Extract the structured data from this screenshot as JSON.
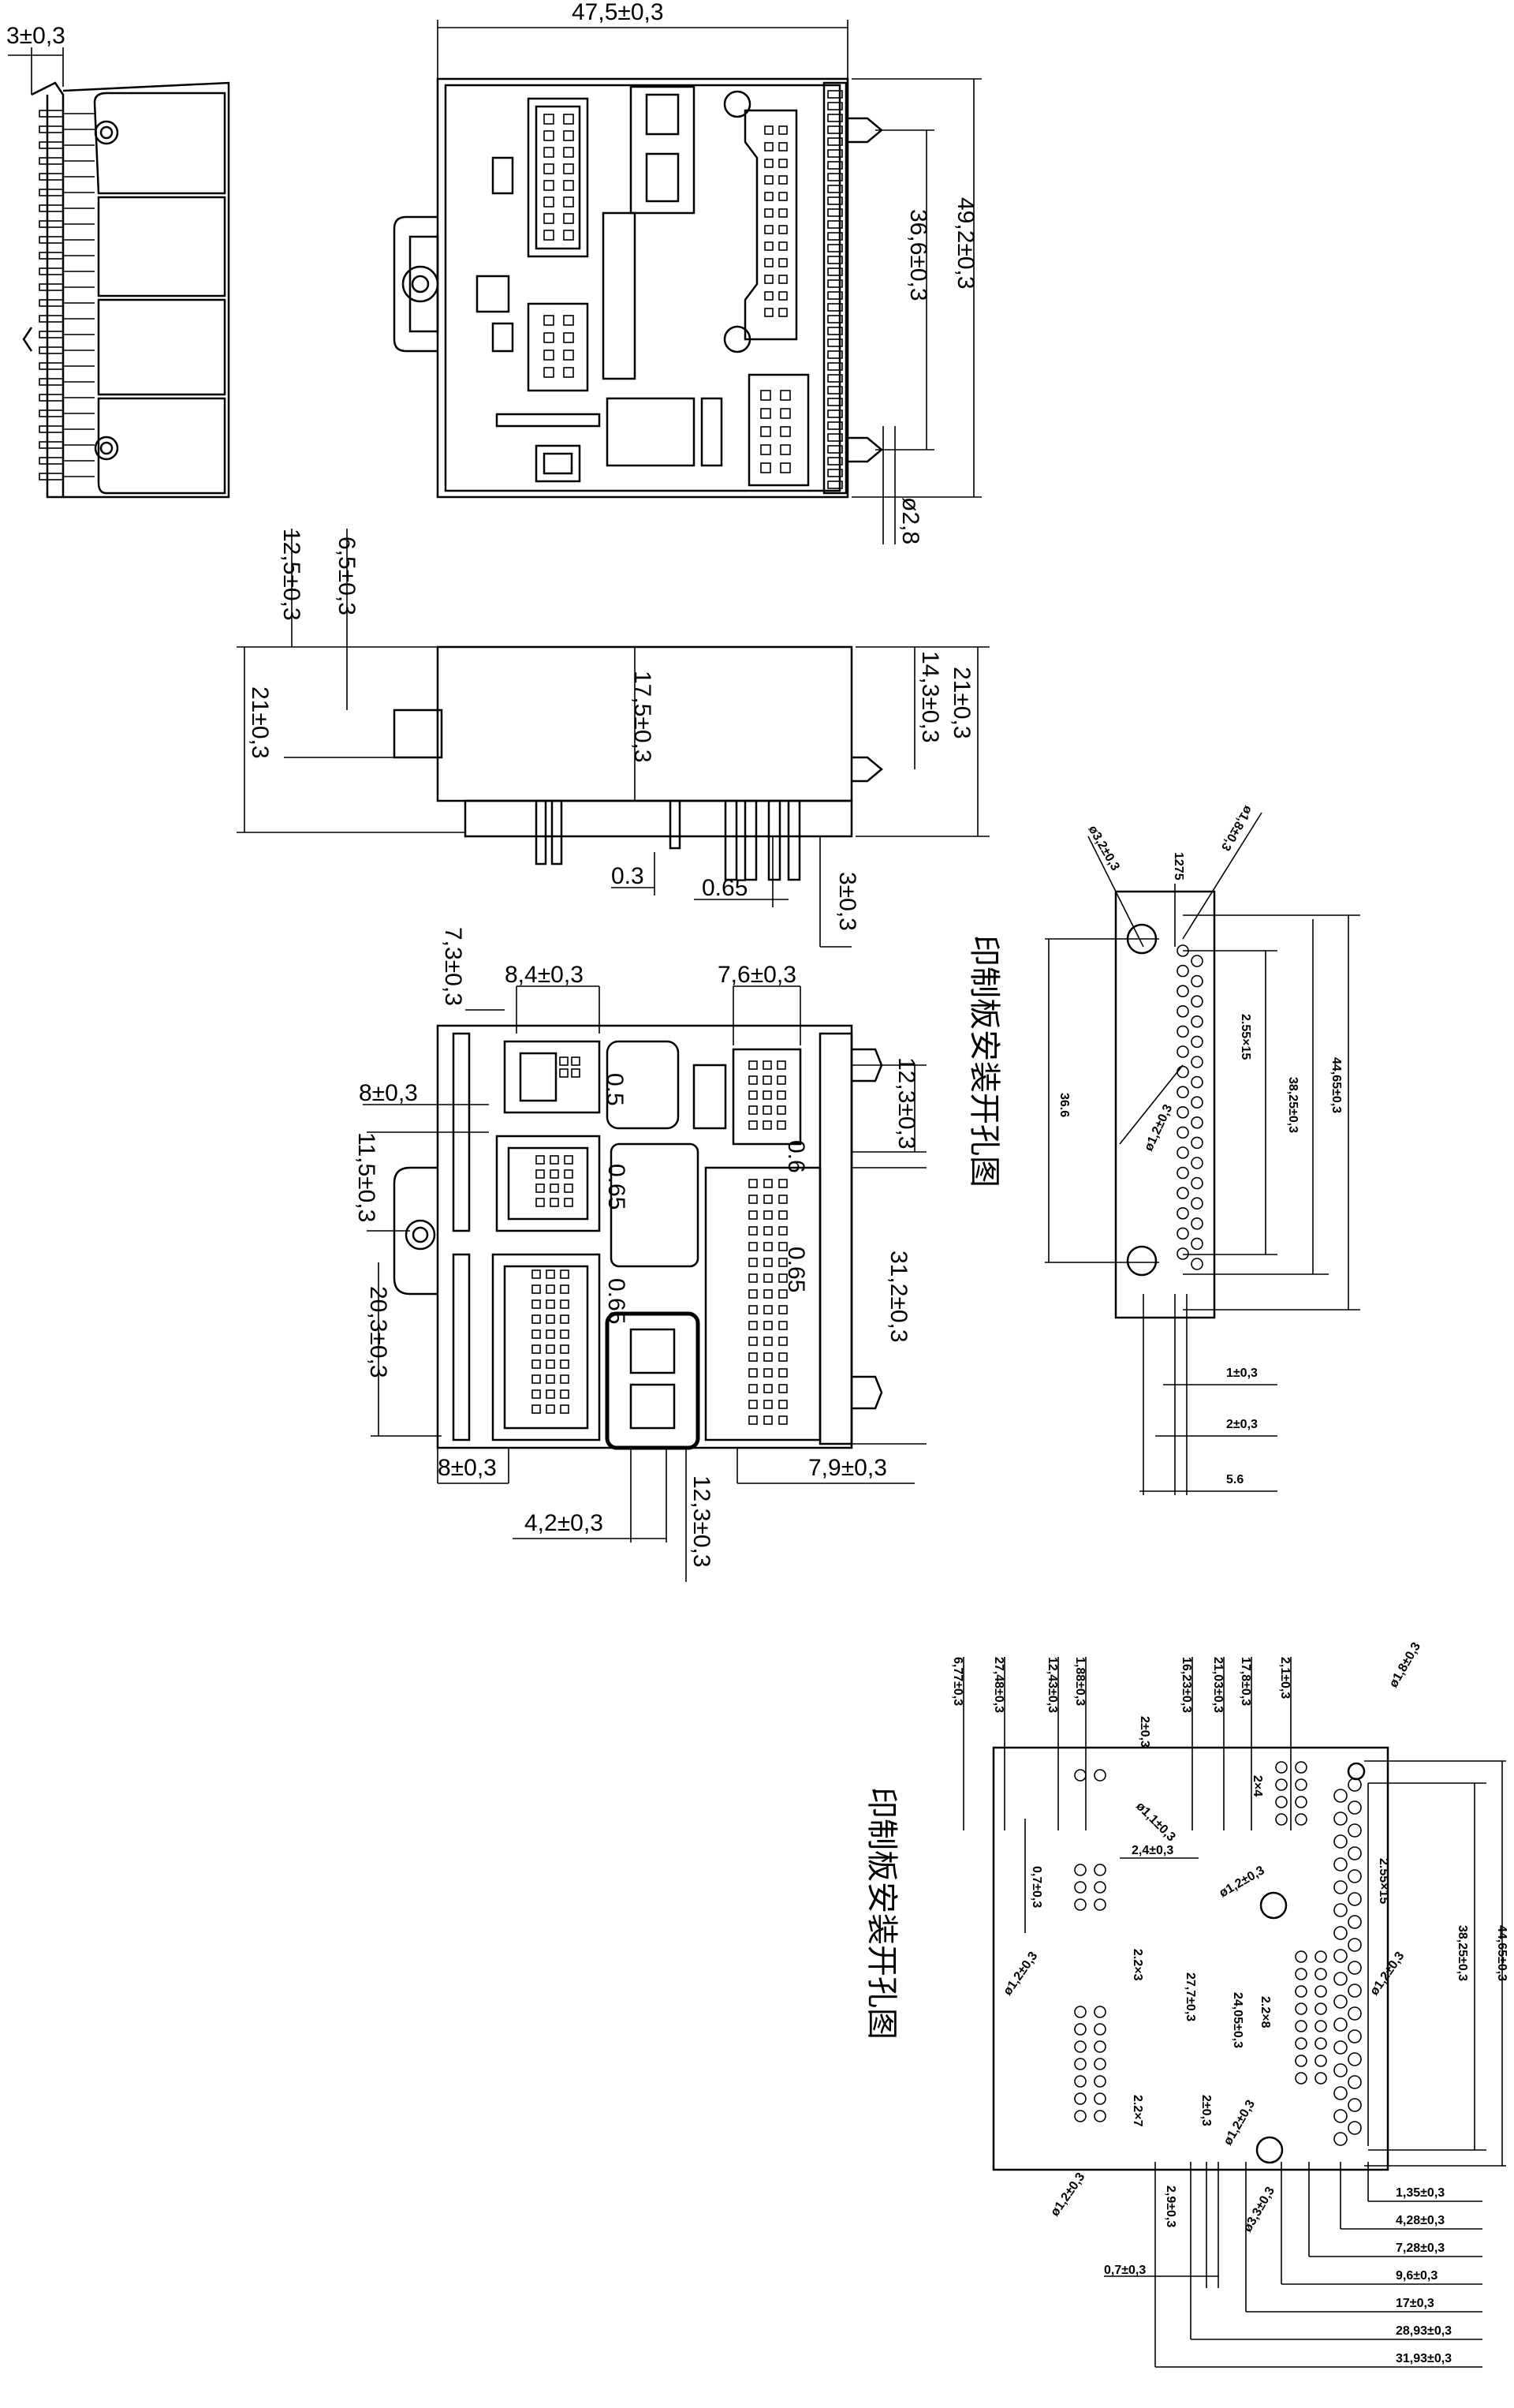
{
  "top_view": {
    "left_pitch": "3±0,3",
    "width": "47,5±0,3",
    "height": "49,2±0,3",
    "peg_spacing": "36,6±0,3",
    "peg_dia": "ø2,8"
  },
  "side_view": {
    "d_12_5": "12,5±0,3",
    "d_6_5": "6,5±0,3",
    "d_21_left": "21±0,3",
    "d_17_5": "17,5±0,3",
    "d_14_3": "14,3±0,3",
    "d_21_right": "21±0,3",
    "d_0_3": "0.3",
    "d_0_65": "0.65",
    "d_3": "3±0,3"
  },
  "front_view": {
    "d_7_3": "7,3±0,3",
    "d_8_4": "8,4±0,3",
    "d_7_6": "7,6±0,3",
    "d_8_top": "8±0,3",
    "d_11_5": "11,5±0,3",
    "d_20_3": "20,3±0,3",
    "d_12_3_right": "12,3±0,3",
    "d_31_2": "31,2±0,3",
    "d_0_5": "0.5",
    "d_0_65_a": "0.65",
    "d_0_6": "0.6",
    "d_0_65_b": "0.65",
    "d_0_65_c": "0.65",
    "d_8_bottom": "8±0,3",
    "d_7_9": "7,9±0,3",
    "d_4_2": "4,2±0,3",
    "d_12_3_bottom": "12,3±0,3"
  },
  "pcb_small": {
    "title": "印制板安装开孔图",
    "d_32": "ø3,2±0,3",
    "d_1275": "1275",
    "d_18": "ø1,8±0,3",
    "d_366": "36.6",
    "d_255x15": "2.55×15",
    "d_3825": "38,25±0,3",
    "d_4465": "44,65±0,3",
    "d_12": "ø1,2±0,3",
    "d_1": "1±0,3",
    "d_2": "2±0,3",
    "d_56": "5.6"
  },
  "pcb_large": {
    "title": "印制板安装开孔图",
    "top_dims": [
      "6,77±0,3",
      "27,48±0,3",
      "12,43±0,3",
      "1,88±0,3",
      "16,23±0,3",
      "21,03±0,3",
      "17,8±0,3",
      "2,1±0,3"
    ],
    "d_18": "ø1,8±0,3",
    "d_2_sm": "2±0,3",
    "d_2x4": "2×4",
    "d_11": "ø1,1±0,3",
    "d_24": "2,4±0,3",
    "d_07v": "0,7±0,3",
    "d_12a": "ø1,2±0,3",
    "d_12b": "ø1,2±0,3",
    "d_12c": "ø1,2±0,3",
    "d_12d": "ø1,2±0,3",
    "d_12e": "ø1,2±0,3",
    "d_22x3": "2.2×3",
    "d_277": "27,7±0,3",
    "d_2405": "24,05±0,3",
    "d_22x8": "2.2×8",
    "d_22x7": "2.2×7",
    "d_255x15": "2.55×15",
    "d_3825": "38,25±0,3",
    "d_4465": "44,65±0,3",
    "d_2_mid": "2±0,3",
    "d_29": "2,9±0,3",
    "d_33": "ø3,3±0,3",
    "bottom_dims": [
      "1,35±0,3",
      "4,28±0,3",
      "7,28±0,3",
      "9,6±0,3",
      "17±0,3",
      "28,93±0,3",
      "31,93±0,3"
    ],
    "d_07h": "0,7±0,3"
  }
}
